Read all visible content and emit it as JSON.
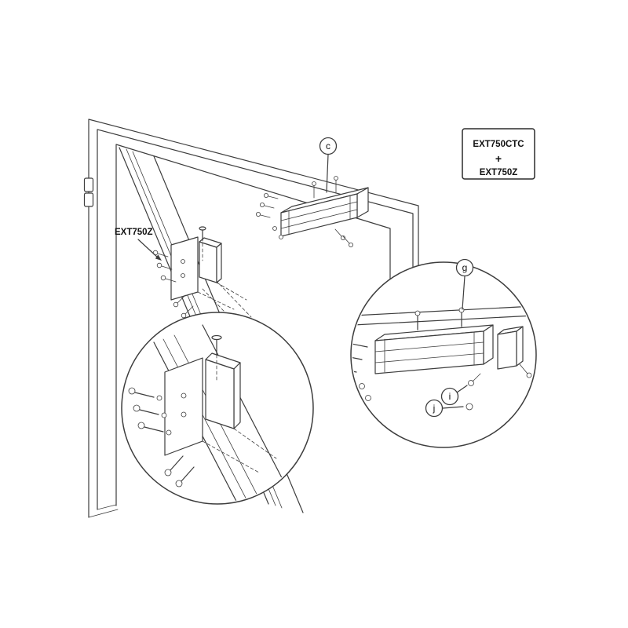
{
  "colors": {
    "line": "#3d3d3d",
    "text": "#111111",
    "background": "#ffffff"
  },
  "product_box": {
    "model_top": "EXT750CTC",
    "plus": "+",
    "model_bottom": "EXT750Z"
  },
  "bracket_label": "EXT750Z",
  "callouts": {
    "c": "c",
    "g": "g",
    "i": "i",
    "j": "j"
  }
}
